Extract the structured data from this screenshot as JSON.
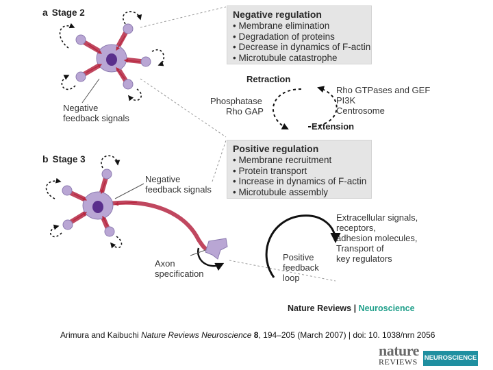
{
  "stage_a": {
    "letter": "a",
    "title": "Stage 2"
  },
  "stage_b": {
    "letter": "b",
    "title": "Stage 3"
  },
  "negative_regulation": {
    "title": "Negative regulation",
    "items": [
      "Membrane elimination",
      "Degradation of proteins",
      "Decrease in dynamics of F-actin",
      "Microtubule catastrophe"
    ]
  },
  "positive_regulation": {
    "title": "Positive regulation",
    "items": [
      "Membrane recruitment",
      "Protein transport",
      "Increase in dynamics of F-actin",
      "Microtubule assembly"
    ]
  },
  "cycle": {
    "retraction": "Retraction",
    "extension": "Extension",
    "left_lines": [
      "Phosphatase",
      "Rho GAP"
    ],
    "right_lines": [
      "Rho GTPases and GEF",
      "PI3K",
      "Centrosome"
    ]
  },
  "labels": {
    "neg_feedback_a": [
      "Negative",
      "feedback signals"
    ],
    "neg_feedback_b": [
      "Negative",
      "feedback signals"
    ],
    "axon_spec": [
      "Axon",
      "specification"
    ],
    "pos_feedback": [
      "Positive",
      "feedback",
      "loop"
    ],
    "extracellular": [
      "Extracellular signals,",
      "receptors,",
      "adhesion molecules,",
      "Transport of",
      "key regulators"
    ]
  },
  "journal_label": {
    "main": "Nature Reviews",
    "separator": " | ",
    "section": "Neuroscience"
  },
  "citation": {
    "before": "Arimura and Kaibuchi ",
    "journal": "Nature Reviews Neuroscience",
    "volume": " 8",
    "after": ", 194–205 (March 2007) | doi: 10. 1038/nrn 2056"
  },
  "logo": {
    "nature": "nature",
    "reviews": "REVIEWS",
    "section": "NEUROSCIENCE"
  },
  "colors": {
    "box_bg": "#e5e5e5",
    "neurite": "#c0475f",
    "soma": "#b9a6d4",
    "nucleus": "#5a2f8c",
    "accent": "#1f9f8a"
  }
}
